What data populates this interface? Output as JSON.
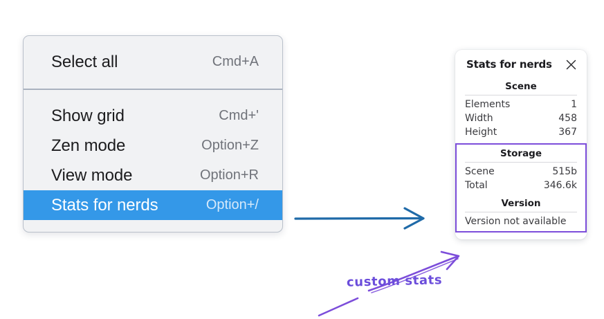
{
  "context_menu": {
    "groups": [
      {
        "name": "primary",
        "items": [
          {
            "label": "Select all",
            "shortcut": "Cmd+A",
            "selected": false
          }
        ]
      },
      {
        "name": "view",
        "items": [
          {
            "label": "Show grid",
            "shortcut": "Cmd+'",
            "selected": false
          },
          {
            "label": "Zen mode",
            "shortcut": "Option+Z",
            "selected": false
          },
          {
            "label": "View mode",
            "shortcut": "Option+R",
            "selected": false
          },
          {
            "label": "Stats for nerds",
            "shortcut": "Option+/",
            "selected": true
          }
        ]
      }
    ],
    "highlight_color": "#3498e8"
  },
  "stats_panel": {
    "title": "Stats for nerds",
    "close_icon": "close-icon",
    "scene": {
      "heading": "Scene",
      "rows": [
        {
          "label": "Elements",
          "value": "1"
        },
        {
          "label": "Width",
          "value": "458"
        },
        {
          "label": "Height",
          "value": "367"
        }
      ]
    },
    "storage": {
      "heading": "Storage",
      "rows": [
        {
          "label": "Scene",
          "value": "515b"
        },
        {
          "label": "Total",
          "value": "346.6k"
        }
      ]
    },
    "version": {
      "heading": "Version",
      "text": "Version not available"
    },
    "highlight_border_color": "#7c4dda"
  },
  "annotations": {
    "flow_arrow_color": "#1f6aa8",
    "label": "custom stats",
    "label_color": "#6b4ddb"
  }
}
